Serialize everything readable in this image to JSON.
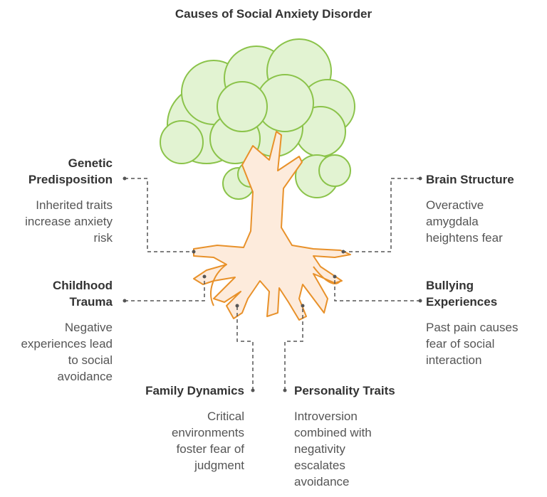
{
  "title": "Causes of Social Anxiety Disorder",
  "colors": {
    "canopy_fill": "#e2f3d2",
    "canopy_stroke": "#8bc34a",
    "trunk_fill": "#fdebdc",
    "trunk_stroke": "#e8912a",
    "connector": "#555555",
    "text_heading": "#333333",
    "text_body": "#555555"
  },
  "causes": [
    {
      "id": "genetic",
      "heading_lines": [
        "Genetic",
        "Predisposition"
      ],
      "description_lines": [
        "Inherited traits",
        "increase anxiety",
        "risk"
      ]
    },
    {
      "id": "brain",
      "heading_lines": [
        "Brain Structure"
      ],
      "description_lines": [
        "Overactive",
        "amygdala",
        "heightens fear"
      ]
    },
    {
      "id": "childhood",
      "heading_lines": [
        "Childhood",
        "Trauma"
      ],
      "description_lines": [
        "Negative",
        "experiences lead",
        "to social",
        "avoidance"
      ]
    },
    {
      "id": "bullying",
      "heading_lines": [
        "Bullying",
        "Experiences"
      ],
      "description_lines": [
        "Past pain causes",
        "fear of social",
        "interaction"
      ]
    },
    {
      "id": "family",
      "heading_lines": [
        "Family Dynamics"
      ],
      "description_lines": [
        "Critical",
        "environments",
        "foster fear of",
        "judgment"
      ]
    },
    {
      "id": "personality",
      "heading_lines": [
        "Personality Traits"
      ],
      "description_lines": [
        "Introversion",
        "combined with",
        "negativity",
        "escalates",
        "avoidance"
      ]
    }
  ]
}
